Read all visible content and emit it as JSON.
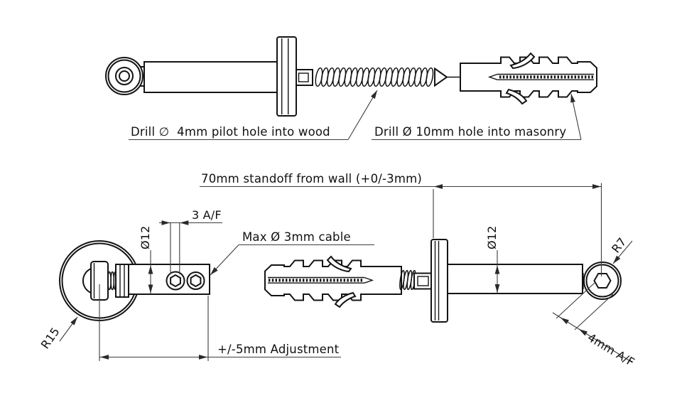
{
  "drawing": {
    "description": "standoff-cable-fixing-installation-drawing",
    "labels": {
      "pilot_hole": "Drill ∅  4mm pilot hole into wood",
      "masonry_hole": "Drill Ø 10mm hole into masonry",
      "standoff": "70mm standoff from wall (+0/-3mm)",
      "max_cable": "Max Ø 3mm cable",
      "adjustment": "+/-5mm Adjustment",
      "af_3": "3 A/F",
      "dia_12_left": "Ø12",
      "dia_12_right": "Ø12",
      "r15": "R15",
      "r7": "R7",
      "af_4": "4mm A/F"
    },
    "colors": {
      "line": "#141414",
      "dimension": "#3d3d3d",
      "background": "#ffffff"
    }
  }
}
